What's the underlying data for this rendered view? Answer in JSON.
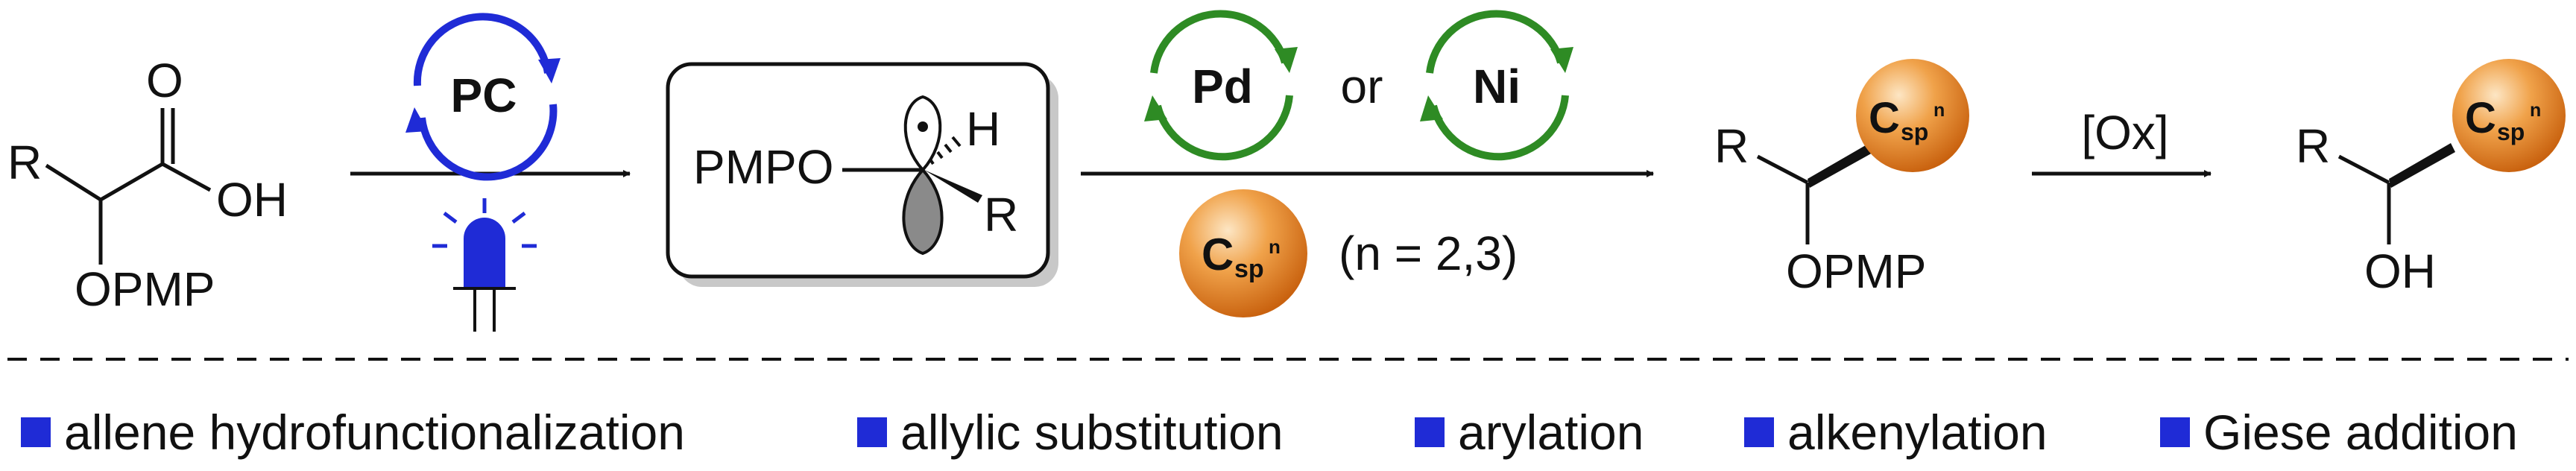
{
  "reactant": {
    "r": "R",
    "carbonyl_o": "O",
    "oh": "OH",
    "opmp": "OPMP"
  },
  "step1": {
    "catalyst": "PC"
  },
  "radical": {
    "pmpo": "PMPO",
    "h": "H",
    "r": "R"
  },
  "step2": {
    "metal_a": "Pd",
    "or": "or",
    "metal_b": "Ni",
    "partner_c": "C",
    "partner_sub": "sp",
    "partner_sup": "n",
    "condition": "(n = 2,3)"
  },
  "product": {
    "r": "R",
    "c": "C",
    "sub": "sp",
    "sup": "n",
    "opmp": "OPMP"
  },
  "step3": {
    "oxidant": "[Ox]"
  },
  "final": {
    "r": "R",
    "c": "C",
    "sub": "sp",
    "sup": "n",
    "oh": "OH"
  },
  "applications": [
    "allene hydrofunctionalization",
    "allylic substitution",
    "arylation",
    "alkenylation",
    "Giese addition"
  ],
  "colors": {
    "photocatalyst": "#1f2bd6",
    "metal": "#2e8b24",
    "sphere": "#e8871c",
    "bullet": "#1f2bd6"
  }
}
